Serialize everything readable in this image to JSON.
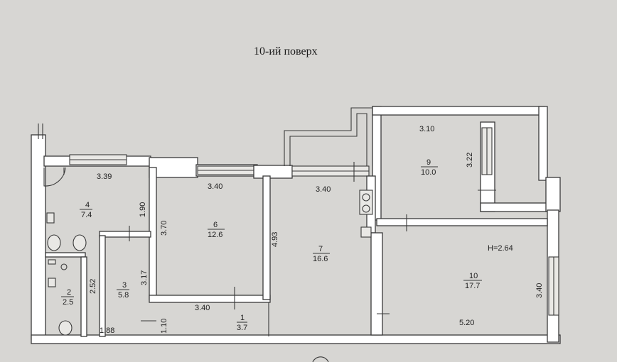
{
  "floor_title": "10-ий поверх",
  "height_note": "H=2.64",
  "rooms": [
    {
      "number": "1",
      "area": "3.7"
    },
    {
      "number": "2",
      "area": "2.5"
    },
    {
      "number": "3",
      "area": "5.8"
    },
    {
      "number": "4",
      "area": "7.4"
    },
    {
      "number": "6",
      "area": "12.6"
    },
    {
      "number": "7",
      "area": "16.6"
    },
    {
      "number": "9",
      "area": "10.0"
    },
    {
      "number": "10",
      "area": "17.7"
    }
  ],
  "dimensions": {
    "room4_width": "3.39",
    "room4_height": "1.90",
    "room6_width": "3.40",
    "room6_height": "3.70",
    "room7_width": "3.40",
    "room7_height": "4.93",
    "room9_width": "3.10",
    "room9_height": "3.22",
    "room3_height": "3.17",
    "room2_height": "2.52",
    "room1_width": "3.40",
    "room1_height": "1.10",
    "bottom_left": "1.88",
    "room10_width": "5.20",
    "room10_height": "3.40"
  }
}
